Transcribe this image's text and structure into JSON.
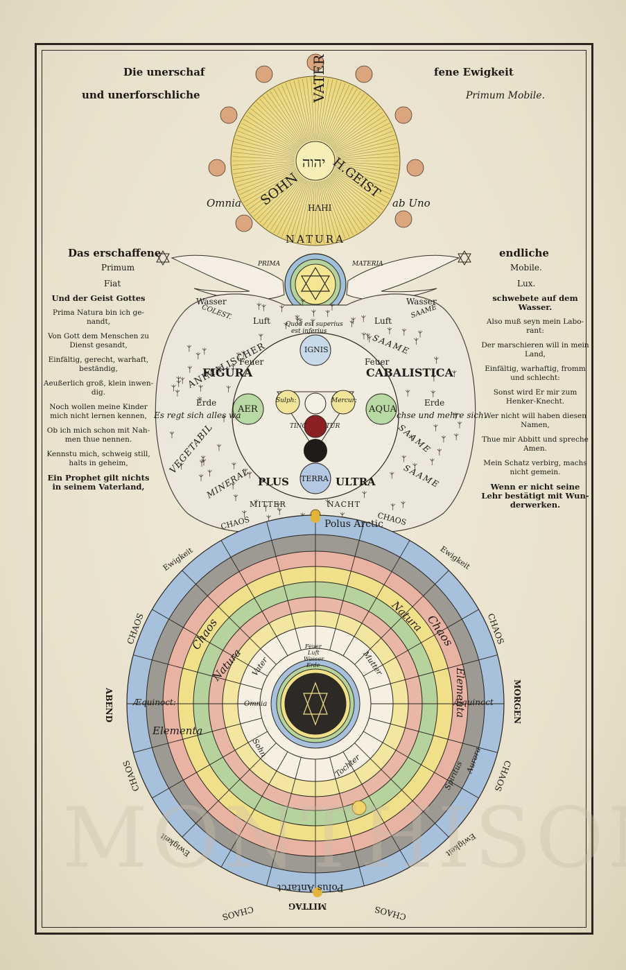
{
  "header": {
    "left_line1": "Die unerschaf",
    "left_line2": "und unerforschliche",
    "right_line1": "fene Ewigkeit",
    "right_line2": "Primum Mobile."
  },
  "sun": {
    "vater": "VATER",
    "sohn": "SOHN",
    "geist": "H.GEIST",
    "hebrew": "יהוה",
    "bottom": "IHVH",
    "omnia": "Omnia",
    "ab_uno": "ab Uno",
    "natura": "NATURA"
  },
  "mid_headings": {
    "left_title": "Das erschaffene",
    "left_sub": "Primum",
    "left_word": "Fiat",
    "right_title": "endliche",
    "right_sub": "Mobile.",
    "right_word": "Lux."
  },
  "left_column": [
    "Und der Geist Gottes",
    "Prima Natura bin ich ge- nandt,",
    "Von Gott dem Menschen zu Dienst gesandt,",
    "Einfältig, gerecht, warhaft, beständig,",
    "Aeußerlich groß, klein inwen- dig.",
    "Noch wollen meine Kinder mich nicht lernen kennen,",
    "Ob ich mich schon mit Nah- men thue nennen.",
    "Kennstu mich, schweig still, halts in geheim,",
    "Ein Prophet gilt nichts in seinem Vaterland,"
  ],
  "right_column": [
    "schwebete auf dem Wasser.",
    "Also muß seyn mein Labo- rant:",
    "Der marschieren will in mein Land,",
    "Einfältig, warhaftig, fromm und schlecht:",
    "Sonst wird Er mir zum Henker-Knecht.",
    "Wer nicht will haben diesen Namen,",
    "Thue mir Abbitt und spreche Amen.",
    "Mein Schatz verbirg, machs nicht gemein.",
    "Wenn er nicht seine Lehr bestätigt mit Wun- derwerken."
  ],
  "middle_diagram": {
    "prima": "PRIMA",
    "materia": "MATERIA",
    "wasser_l": "Wasser",
    "wasser_r": "Wasser",
    "luft_l": "Luft",
    "luft_r": "Luft",
    "feuer_l": "Feuer",
    "feuer_r": "Feuer",
    "erde_l": "Erde",
    "erde_r": "Erde",
    "coelest": "COLEST.",
    "saame": "SAAME",
    "quod": "Quod est superius",
    "quod2": "est inferius",
    "animalischer": "ANIMALISCHER",
    "saame2": "SAAME",
    "figura": "FIGURA",
    "cabalistica": "CABALISTICA",
    "ignis": "IGNIS",
    "aer": "AER",
    "aqua": "AQUA",
    "terra": "TERRA",
    "plus": "PLUS",
    "ultra": "ULTRA",
    "sulph": "Sulph:",
    "mercur": "Mercur:",
    "tinc": "TINC",
    "tur": "TUR",
    "regt_l": "Es regt sich alles wa",
    "regt_r": "chse und mehre sich.",
    "vegetabil": "VEGETABIL",
    "mineral": "MINERAL",
    "saame3": "SAAME",
    "saame4": "SAAME",
    "mitter": "MITTER",
    "nacht": "NACHT",
    "chaos_l": "CHAOS",
    "chaos_r": "CHAOS"
  },
  "lower_diagram": {
    "polus_arctic": "Polus Arctic",
    "polus_antarct": "Polus Antarct",
    "ewigkeit_tl": "Ewigkeit",
    "ewigkeit_tr": "Ewigkeit",
    "ewigkeit_bl": "Ewigkeit",
    "ewigkeit_br": "Ewigkeit",
    "chaos_left": "CHAOS",
    "chaos_right": "CHAOS",
    "chaos_bl": "CHAOS",
    "chaos_br": "CHAOS",
    "chaos_bottom_l": "CHAOS",
    "chaos_bottom_r": "CHAOS",
    "abend": "ABEND",
    "morgen": "MORGEN",
    "mittag": "MITTAG",
    "aequinoct_l": "Æquinoct:",
    "aequinoct_r": "Æquinoct",
    "ring_words": [
      "Chaos",
      "Natura",
      "Elementa",
      "Chaos",
      "Natura",
      "Elementa"
    ],
    "feuer": "Feuer",
    "luft": "Luft",
    "wasser": "Wasser",
    "erde": "Erde",
    "vater": "Vater",
    "mutter": "Mutter",
    "omnia": "Omnia",
    "tochter": "Tochter",
    "sohn": "Sohn",
    "aurora": "Aurora",
    "spiritus": "Spiritus"
  },
  "watermark": "MONTHISON",
  "colors": {
    "sun": "#efe08a",
    "gold": "#e9cf6a",
    "blue": "#a9c0dc",
    "green": "#b7d3a0",
    "pink": "#eeb4a4",
    "gray": "#8d8a85",
    "yellow": "#f3e58a",
    "ink": "#1d1a15"
  }
}
